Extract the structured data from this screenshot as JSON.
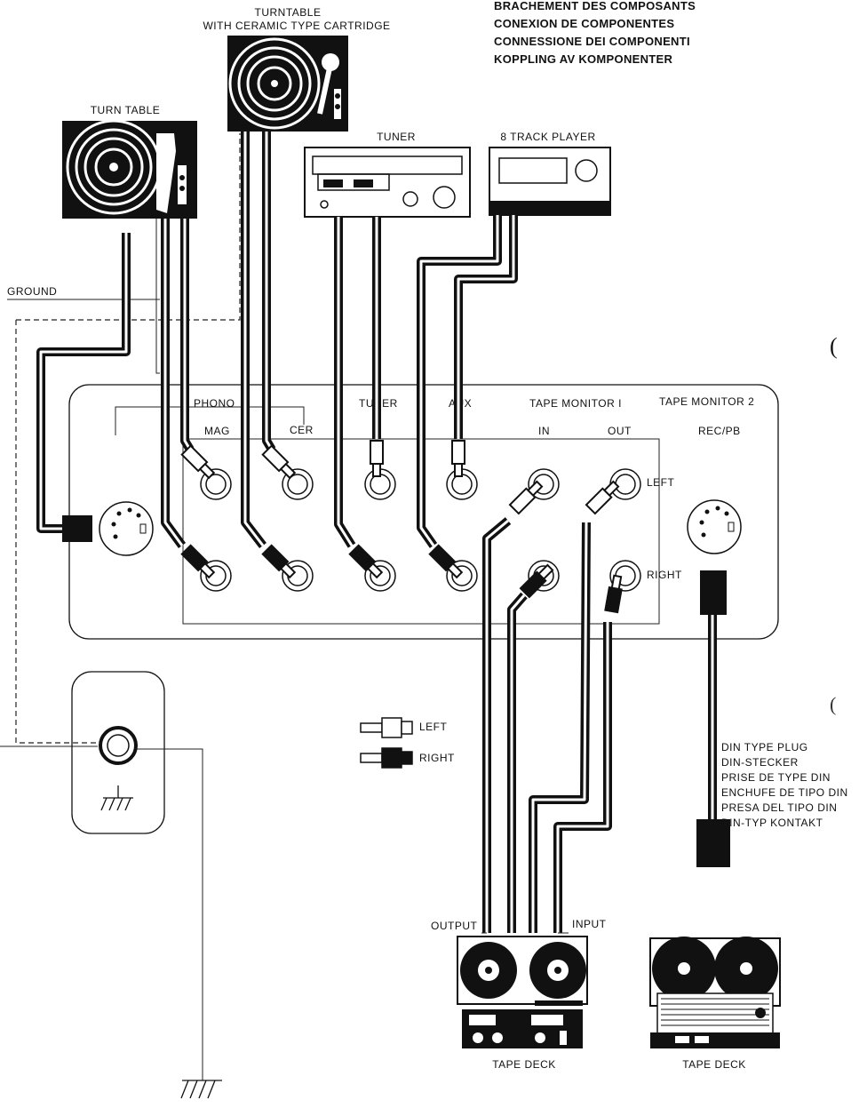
{
  "title_lines": [
    "BRACHEMENT DES COMPOSANTS",
    "CONEXION DE COMPONENTES",
    "CONNESSIONE DEI COMPONENTI",
    "KOPPLING AV KOMPONENTER"
  ],
  "components": {
    "turntable_ceramic_line1": "TURNTABLE",
    "turntable_ceramic_line2": "WITH CERAMIC TYPE CARTRIDGE",
    "turntable": "TURN TABLE",
    "tuner": "TUNER",
    "eight_track": "8 TRACK PLAYER",
    "tape_deck_left": "TAPE DECK",
    "tape_deck_right": "TAPE DECK"
  },
  "ground_label": "GROUND",
  "panel": {
    "phono": "PHONO",
    "mag": "MAG",
    "cer": "CER",
    "tuner": "TUNER",
    "aux": "AUX",
    "tape_monitor_1": "TAPE MONITOR I",
    "tape_monitor_2": "TAPE MONITOR 2",
    "in": "IN",
    "out": "OUT",
    "rec_pb": "REC/PB",
    "left": "LEFT",
    "right": "RIGHT"
  },
  "legend": {
    "left": "LEFT",
    "right": "RIGHT"
  },
  "din_labels": [
    "DIN TYPE PLUG",
    "DIN-STECKER",
    "PRISE DE TYPE DIN",
    "ENCHUFE DE TIPO DIN",
    "PRESA DEL TIPO DIN",
    "DIN-TYP KONTAKT"
  ],
  "tape_io": {
    "output": "OUTPUT",
    "input": "INPUT"
  }
}
